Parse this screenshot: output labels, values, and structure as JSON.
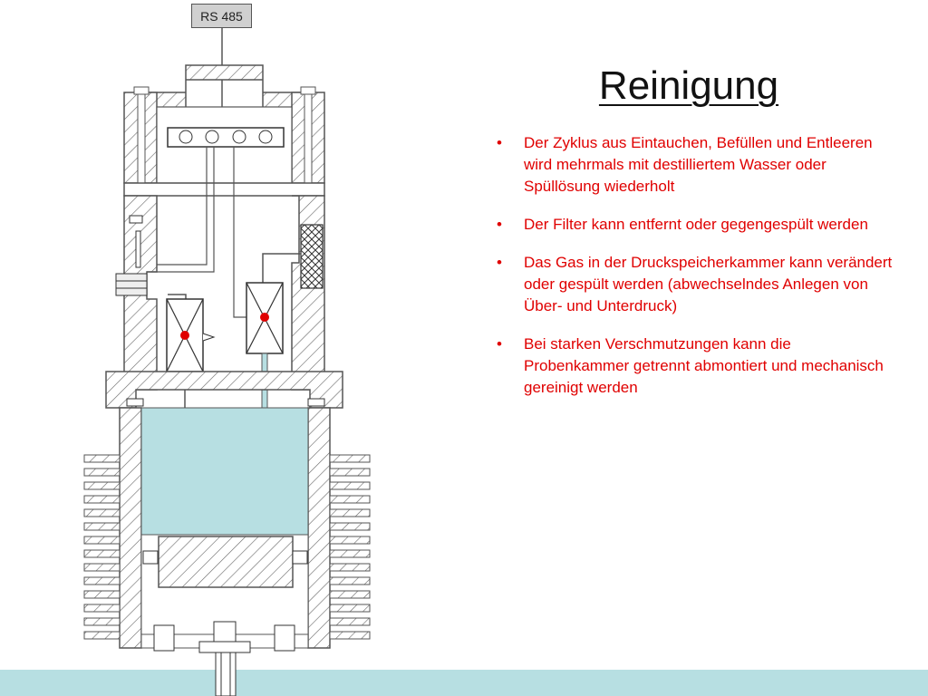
{
  "slide": {
    "title": "Reinigung",
    "connector_label": "RS 485",
    "bullets": [
      {
        "text": "Der Zyklus aus Eintauchen, Befüllen und Entleeren wird mehrmals mit destilliertem Wasser oder Spüllösung wiederholt"
      },
      {
        "text": "Der Filter kann entfernt oder gegengespült werden"
      },
      {
        "text": "Das Gas in der Druckspeicherkammer kann verändert oder gespült werden (abwechselndes Anlegen von Über- und Unterdruck)"
      },
      {
        "text": "Bei starken Verschmutzungen kann die Probenkammer getrennt abmontiert und mechanisch gereinigt werden"
      }
    ],
    "bullet_symbol": "•"
  },
  "colors": {
    "text_accent": "#e00000",
    "liquid": "#b7dfe2",
    "valve_dot": "#e00000",
    "line": "#555555"
  }
}
